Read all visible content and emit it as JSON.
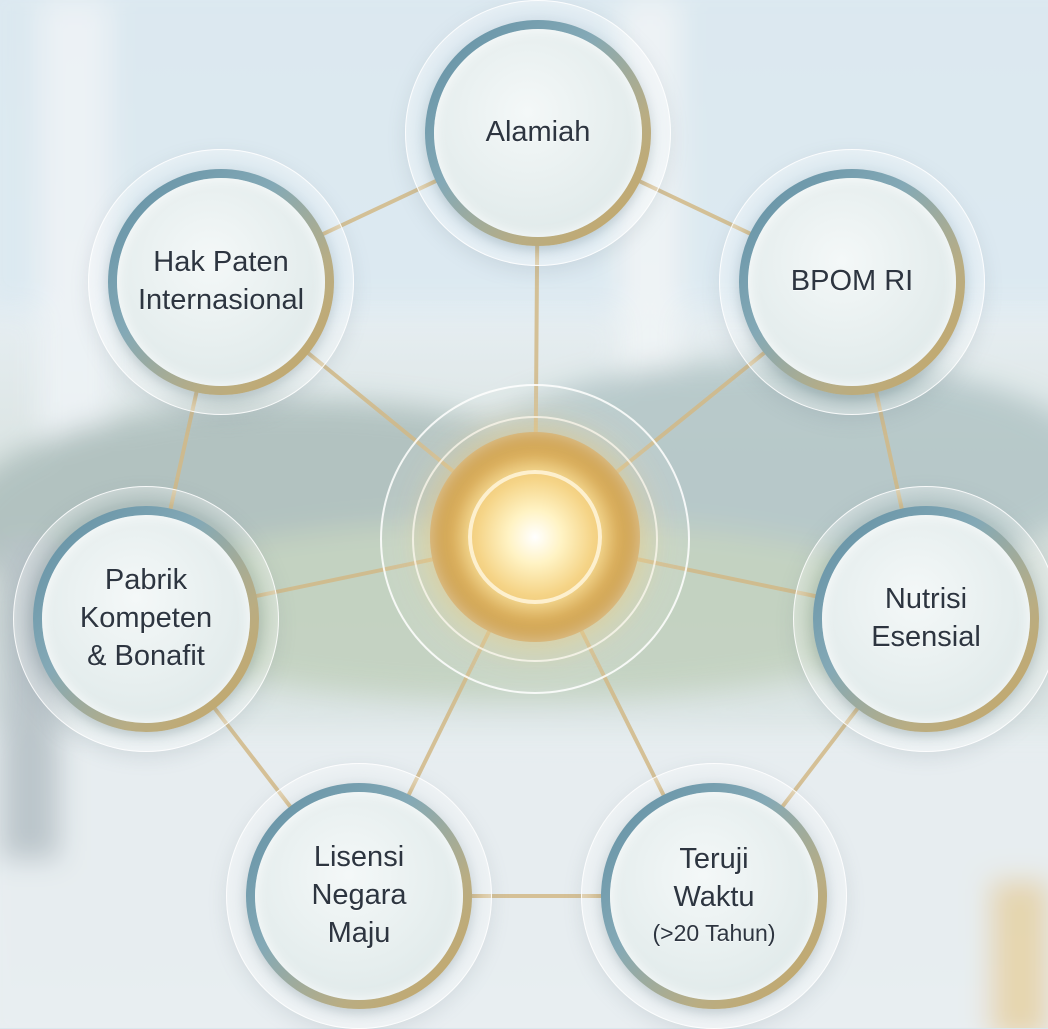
{
  "diagram": {
    "center": {
      "icon": "glowing-gold-orb"
    },
    "nodes": [
      {
        "id": "alamiah",
        "lines": [
          "Alamiah"
        ]
      },
      {
        "id": "bpom",
        "lines": [
          "BPOM RI"
        ]
      },
      {
        "id": "nutrisi",
        "lines": [
          "Nutrisi",
          "Esensial"
        ]
      },
      {
        "id": "teruji",
        "lines": [
          "Teruji",
          "Waktu",
          "(>20 Tahun)"
        ]
      },
      {
        "id": "lisensi",
        "lines": [
          "Lisensi",
          "Negara",
          "Maju"
        ]
      },
      {
        "id": "pabrik",
        "lines": [
          "Pabrik",
          "Kompeten",
          "& Bonafit"
        ]
      },
      {
        "id": "hakpaten",
        "lines": [
          "Hak Paten",
          "Internasional"
        ]
      }
    ]
  },
  "colors": {
    "ring_blue": "#5f8ea3",
    "ring_gold": "#c8a662",
    "connector": "#d2b987",
    "text": "#2d3540"
  }
}
